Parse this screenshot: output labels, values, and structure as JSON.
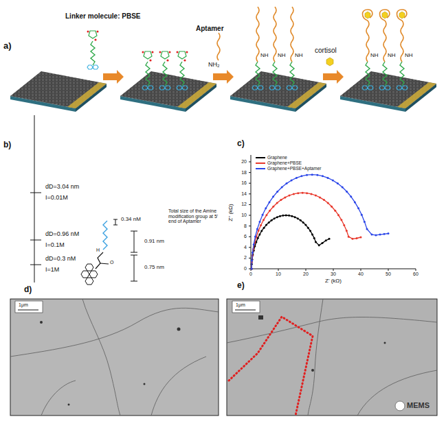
{
  "diagram": {
    "labels": [
      "a)",
      "Linker molecule: PBSE",
      "Aptamer",
      "NH₂",
      "cortisol",
      "NH",
      "NH",
      "NH",
      "NH",
      "NH",
      "NH",
      "b)",
      "dD=3.04 nm",
      "I=0.01M",
      "0.34 nM",
      "dD=0.96 nM",
      "I=0.1M",
      "dD=0.3 nM",
      "I=1M",
      "0.91 nm",
      "Total size of the Amine modification group at 5' end of Aptamer",
      "0.75 nm",
      "H",
      "O",
      "c)",
      "20",
      "18",
      "16",
      "14",
      "12",
      "10",
      "8",
      "6",
      "4",
      "2",
      "0",
      "0",
      "10",
      "20",
      "30",
      "40",
      "50",
      "60",
      "Z' (kΩ)",
      "Z'' (kΩ)",
      "d)",
      "e)",
      "1μm",
      "1μm",
      "MEMS"
    ],
    "legend": [
      {
        "text": "Graphene",
        "color": "#000000"
      },
      {
        "text": "Graphene+PBSE",
        "color": "#e8372b"
      },
      {
        "text": "Graphene+PBSE+Aptamer",
        "color": "#2a45e8"
      }
    ]
  }
}
